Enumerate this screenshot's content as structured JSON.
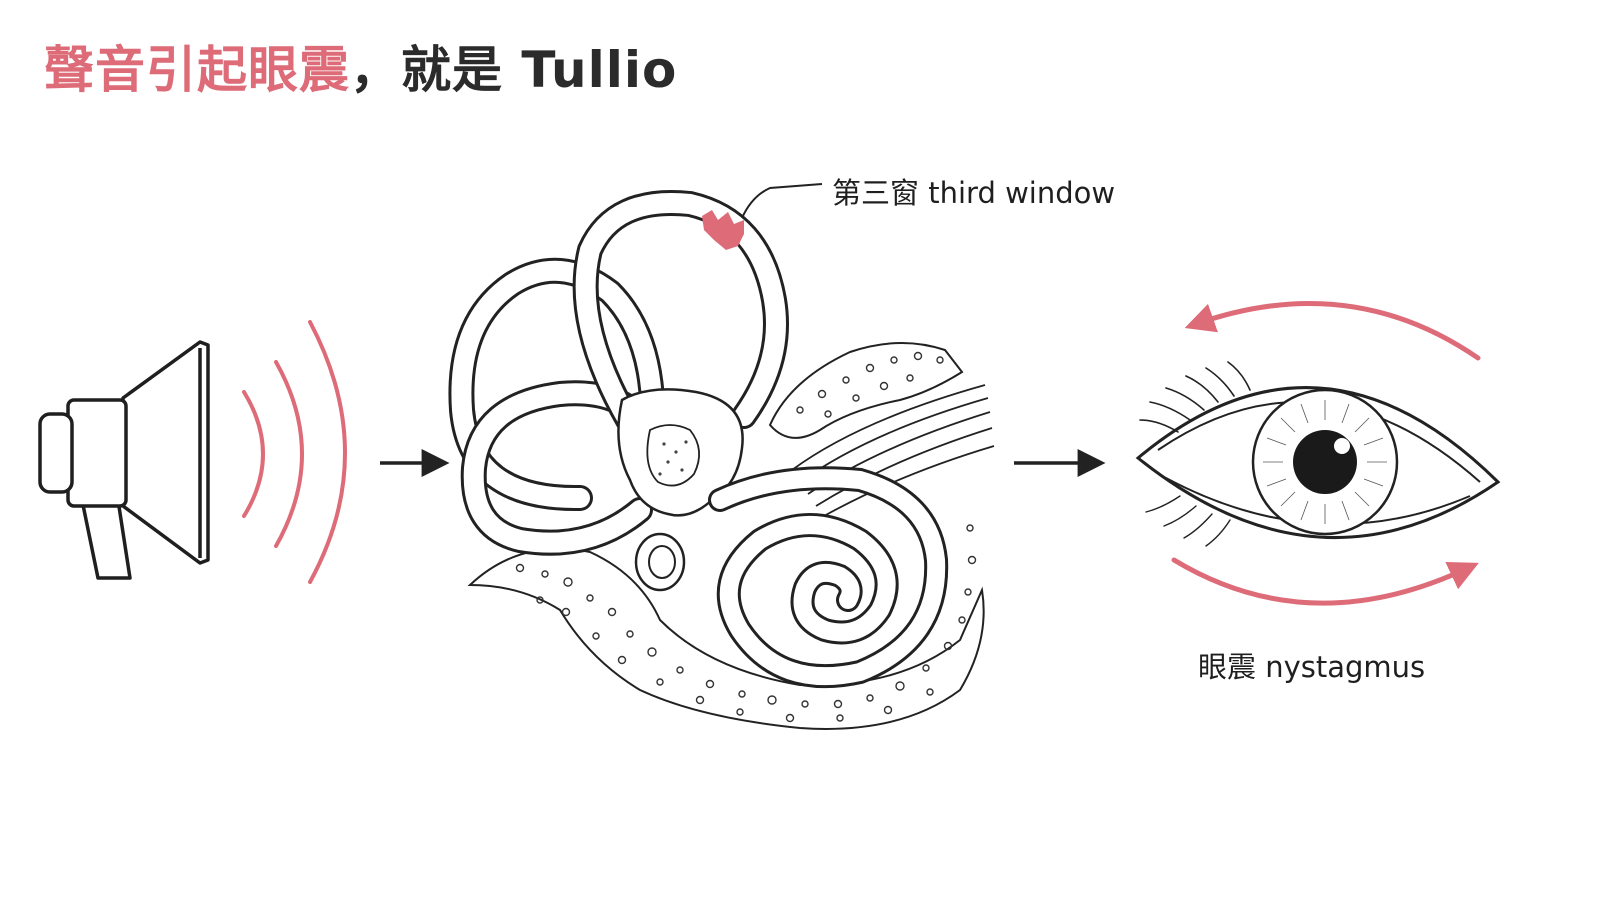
{
  "title": {
    "accent": "聲音引起眼震",
    "rest": "，就是 Tullio"
  },
  "labels": {
    "third_window": "第三窗 third window",
    "nystagmus": "眼震 nystagmus"
  },
  "colors": {
    "accent": "#dd6b78",
    "ink": "#222222"
  },
  "icons": [
    "megaphone-icon",
    "sound-wave-icon",
    "inner-ear-icon",
    "eye-icon",
    "arrow-right-icon"
  ]
}
